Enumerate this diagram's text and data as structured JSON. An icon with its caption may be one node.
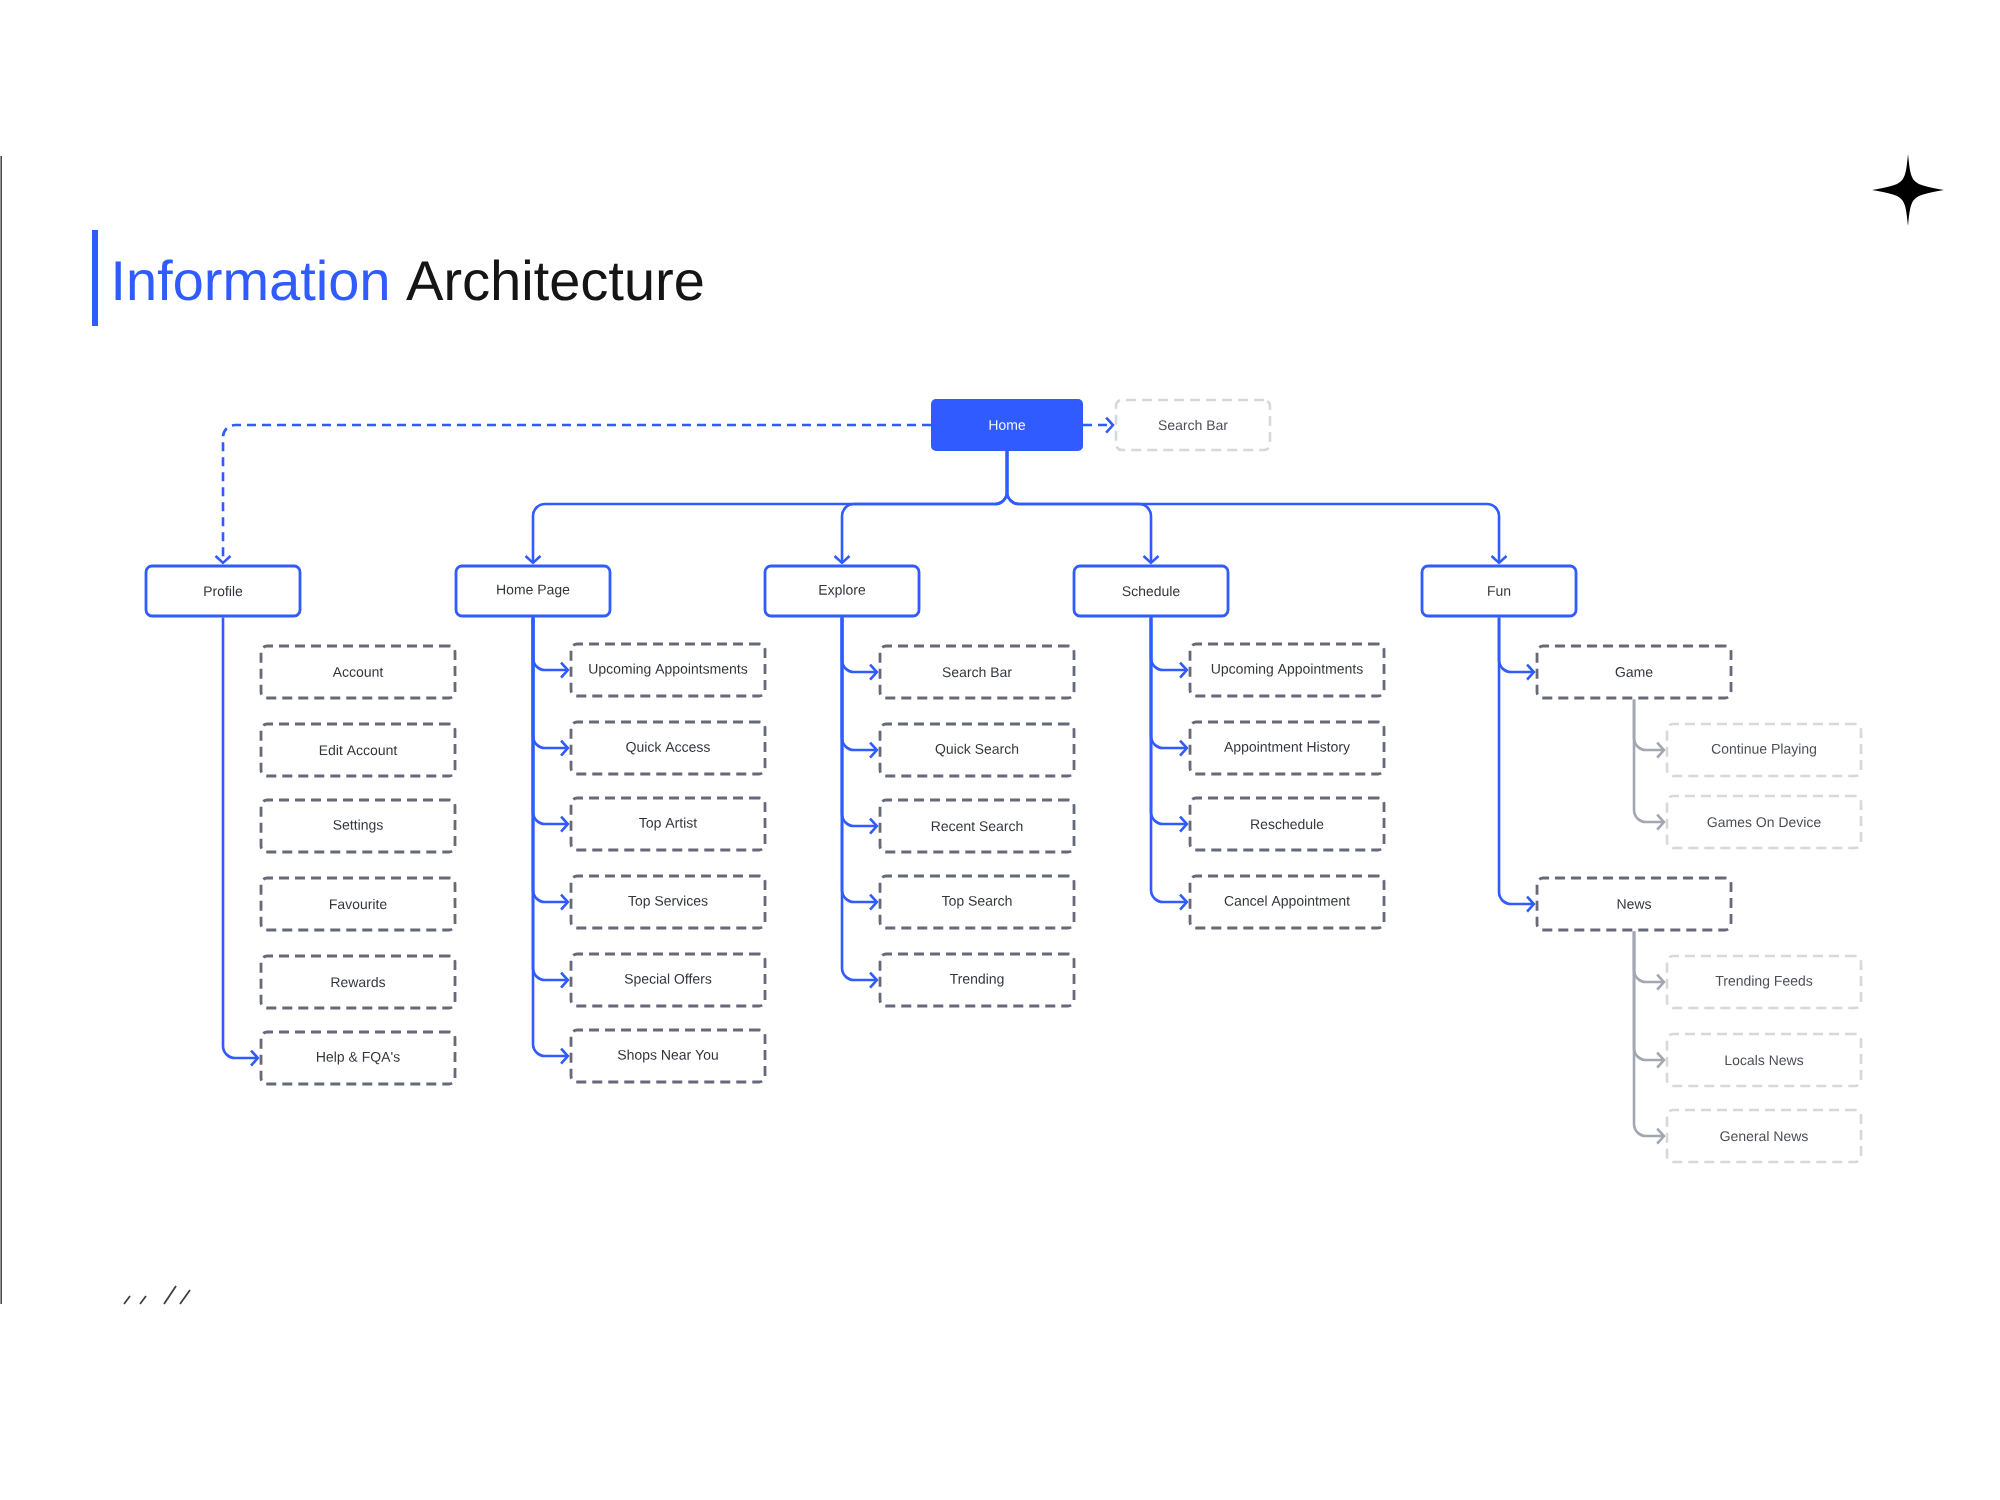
{
  "diagram": {
    "title": "Information Architecture",
    "nodes": [
      {
        "text": [
          "Home"
        ]
      },
      {
        "text": [
          "Search Bar"
        ]
      },
      {
        "text": [
          "Profile"
        ]
      },
      {
        "text": [
          "Home Page"
        ]
      },
      {
        "text": [
          "Explore"
        ]
      },
      {
        "text": [
          "Schedule"
        ]
      },
      {
        "text": [
          "Fun"
        ]
      },
      {
        "text": [
          "Account"
        ]
      },
      {
        "text": [
          "Edit Account"
        ]
      },
      {
        "text": [
          "Settings"
        ]
      },
      {
        "text": [
          "Favourite"
        ]
      },
      {
        "text": [
          "Rewards"
        ]
      },
      {
        "text": [
          "Help & FQA's"
        ]
      },
      {
        "text": [
          "Upcoming Appointsments"
        ]
      },
      {
        "text": [
          "Quick Access"
        ]
      },
      {
        "text": [
          "Top Artist"
        ]
      },
      {
        "text": [
          "Top Services"
        ]
      },
      {
        "text": [
          "Special Offers"
        ]
      },
      {
        "text": [
          "Shops Near You"
        ]
      },
      {
        "text": [
          "Search Bar"
        ]
      },
      {
        "text": [
          "Quick Search"
        ]
      },
      {
        "text": [
          "Recent Search"
        ]
      },
      {
        "text": [
          "Top Search"
        ]
      },
      {
        "text": [
          "Trending"
        ]
      },
      {
        "text": [
          "Upcoming Appointments"
        ]
      },
      {
        "text": [
          "Appointment History"
        ]
      },
      {
        "text": [
          "Reschedule"
        ]
      },
      {
        "text": [
          "Cancel Appointment"
        ]
      },
      {
        "text": [
          "Game"
        ]
      },
      {
        "text": [
          "Continue Playing"
        ]
      },
      {
        "text": [
          "Games On Device"
        ]
      },
      {
        "text": [
          "News"
        ]
      },
      {
        "text": [
          "Trending Feeds"
        ]
      },
      {
        "text": [
          "Locals News"
        ]
      },
      {
        "text": [
          "General News"
        ]
      }
    ],
    "edges": [
      {
        "from": 0,
        "to": 1,
        "arrow": "to",
        "style": "dashed"
      },
      {
        "from": 0,
        "to": 2,
        "arrow": "to",
        "style": "dashed"
      },
      {
        "from": 0,
        "to": 3,
        "arrow": "to"
      },
      {
        "from": 0,
        "to": 4,
        "arrow": "to"
      },
      {
        "from": 0,
        "to": 5,
        "arrow": "to"
      },
      {
        "from": 0,
        "to": 6,
        "arrow": "to"
      },
      {
        "from": 2,
        "to": 12,
        "arrow": "to"
      },
      {
        "from": 3,
        "to": 13,
        "arrow": "to"
      },
      {
        "from": 3,
        "to": 14,
        "arrow": "to"
      },
      {
        "from": 3,
        "to": 15,
        "arrow": "to"
      },
      {
        "from": 3,
        "to": 16,
        "arrow": "to"
      },
      {
        "from": 3,
        "to": 17,
        "arrow": "to"
      },
      {
        "from": 3,
        "to": 18,
        "arrow": "to"
      },
      {
        "from": 4,
        "to": 19,
        "arrow": "to"
      },
      {
        "from": 4,
        "to": 20,
        "arrow": "to"
      },
      {
        "from": 4,
        "to": 21,
        "arrow": "to"
      },
      {
        "from": 4,
        "to": 22,
        "arrow": "to"
      },
      {
        "from": 4,
        "to": 23,
        "arrow": "to"
      },
      {
        "from": 5,
        "to": 24,
        "arrow": "to"
      },
      {
        "from": 5,
        "to": 25,
        "arrow": "to"
      },
      {
        "from": 5,
        "to": 26,
        "arrow": "to"
      },
      {
        "from": 5,
        "to": 27,
        "arrow": "to"
      },
      {
        "from": 6,
        "to": 28,
        "arrow": "to"
      },
      {
        "from": 6,
        "to": 31,
        "arrow": "to"
      },
      {
        "from": 28,
        "to": 29,
        "arrow": "to",
        "color": "#a3a7b0"
      },
      {
        "from": 28,
        "to": 30,
        "arrow": "to",
        "color": "#a3a7b0"
      },
      {
        "from": 31,
        "to": 32,
        "arrow": "to",
        "color": "#a3a7b0"
      },
      {
        "from": 31,
        "to": 33,
        "arrow": "to",
        "color": "#a3a7b0"
      },
      {
        "from": 31,
        "to": 34,
        "arrow": "to",
        "color": "#a3a7b0"
      }
    ]
  }
}
